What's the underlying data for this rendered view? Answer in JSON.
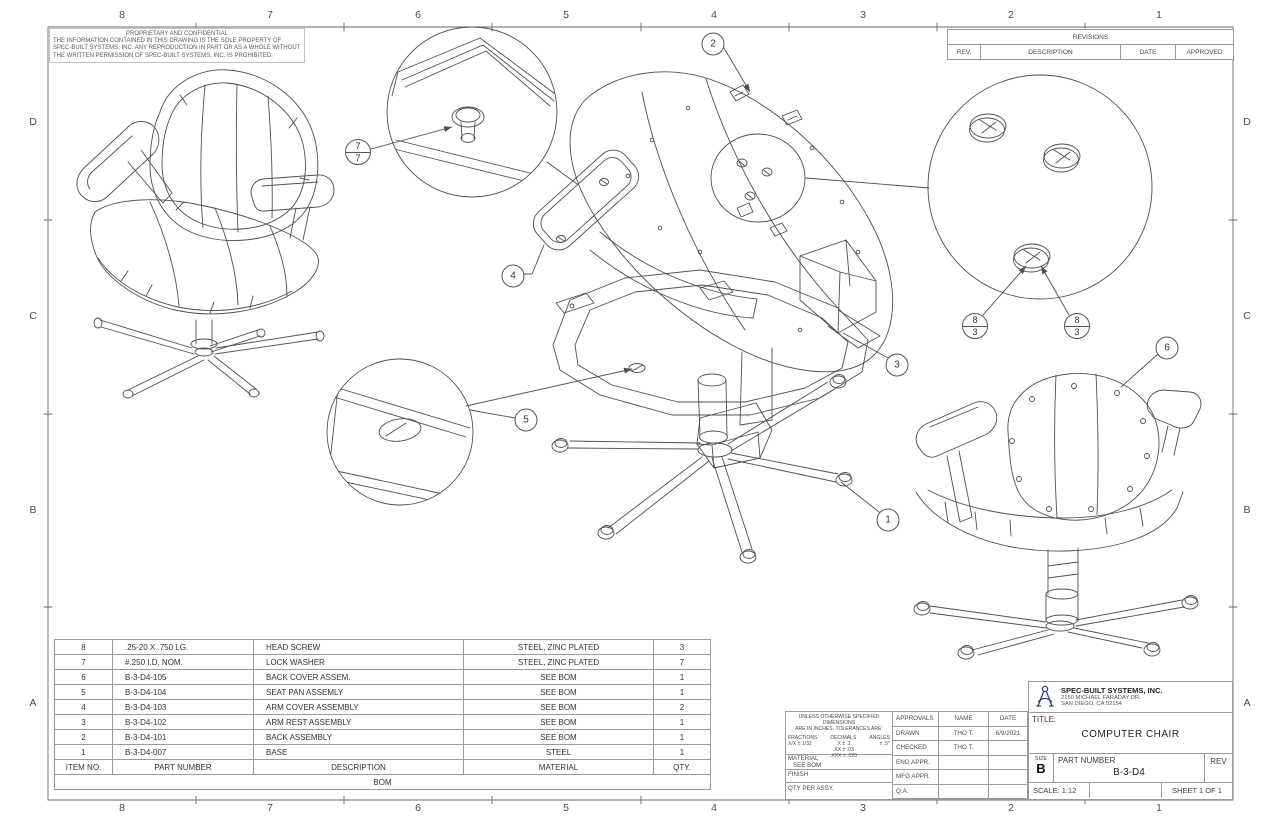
{
  "meta": {
    "line_color": "#4f4f4f",
    "logo_color": "#2b3f90"
  },
  "zones": {
    "cols": [
      "8",
      "7",
      "6",
      "5",
      "4",
      "3",
      "2",
      "1"
    ],
    "rows": [
      "D",
      "C",
      "B",
      "A"
    ]
  },
  "proprietary": {
    "title": "PROPRIETARY AND CONFIDENTIAL",
    "body": "THE INFORMATION CONTAINED IN THIS DRAWING IS THE SOLE PROPERTY OF SPEC-BUILT SYSTEMS, INC.  ANY REPRODUCTION IN PART OR AS A WHOLE WITHOUT THE WRITTEN PERMISSION OF SPEC-BUILT SYSTEMS, INC. IS PROHIBITED."
  },
  "revisions": {
    "title": "REVISIONS",
    "columns": [
      "REV.",
      "DESCRIPTION",
      "DATE",
      "APPROVED"
    ]
  },
  "bom": {
    "footer": "BOM",
    "headers": [
      "ITEM NO.",
      "PART NUMBER",
      "DESCRIPTION",
      "MATERIAL",
      "QTY."
    ],
    "rows": [
      {
        "item": "8",
        "part": ".25-20 X .750 LG.",
        "desc": "HEAD SCREW",
        "mat": "STEEL, ZINC PLATED",
        "qty": "3"
      },
      {
        "item": "7",
        "part": "#.250 I.D. NOM.",
        "desc": "LOCK WASHER",
        "mat": "STEEL, ZINC PLATED",
        "qty": "7"
      },
      {
        "item": "6",
        "part": "B-3-D4-105",
        "desc": "BACK COVER ASSEM.",
        "mat": "SEE BOM",
        "qty": "1"
      },
      {
        "item": "5",
        "part": "B-3-D4-104",
        "desc": "SEAT PAN ASSEMLY",
        "mat": "SEE BOM",
        "qty": "1"
      },
      {
        "item": "4",
        "part": "B-3-D4-103",
        "desc": "ARM COVER ASSEMBLY",
        "mat": "SEE BOM",
        "qty": "2"
      },
      {
        "item": "3",
        "part": "B-3-D4-102",
        "desc": "ARM REST ASSEMBLY",
        "mat": "SEE BOM",
        "qty": "1"
      },
      {
        "item": "2",
        "part": "B-3-D4-101",
        "desc": "BACK ASSEMBLY",
        "mat": "SEE BOM",
        "qty": "1"
      },
      {
        "item": "1",
        "part": "B-3-D4-007",
        "desc": "BASE",
        "mat": "STEEL",
        "qty": "1"
      }
    ]
  },
  "tolerances": {
    "line1": "UNLESS OTHERWISE SPECIFIED DIMENSIONS",
    "line2": "ARE IN INCHES.  TOLERANCES ARE:",
    "fractions_label": "FRACTIONS",
    "fractions_value": "X/X ± 1/32",
    "decimals_label": "DECIMALS",
    "decimals_v1": ".X ± .1",
    "decimals_v2": ".XX ± .03",
    "decimals_v3": ".XXX ± .020",
    "angles_label": "ANGLES",
    "angles_value": "± .5°",
    "material_label": "MATERIAL",
    "material_value": "SEE BOM",
    "finish_label": "FINISH",
    "qty_per_assy_label": "QTY PER ASSY."
  },
  "approvals": {
    "headers": [
      "APPROVALS",
      "NAME",
      "DATE"
    ],
    "rows": [
      {
        "label": "DRAWN",
        "name": "THO T.",
        "date": "6/9/2021"
      },
      {
        "label": "CHECKED",
        "name": "THO T.",
        "date": ""
      },
      {
        "label": "ENG APPR.",
        "name": "",
        "date": ""
      },
      {
        "label": "MFG APPR.",
        "name": "",
        "date": ""
      },
      {
        "label": "Q.A.",
        "name": "",
        "date": ""
      }
    ]
  },
  "title_block": {
    "company": "SPEC-BUILT SYSTEMS, INC.",
    "address1": "2150 MICHAEL FARADAY DR.",
    "address2": "SAN DIEGO, CA 92154",
    "title_label": "TITLE:",
    "title": "COMPUTER CHAIR",
    "size_label": "SIZE",
    "size": "B",
    "part_number_label": "PART NUMBER",
    "part_number": "B-3-D4",
    "rev_label": "REV",
    "scale": "SCALE: 1:12",
    "sheet": "SHEET 1 OF 1"
  },
  "balloons": {
    "b1": "1",
    "b2": "2",
    "b3": "3",
    "b4": "4",
    "b5": "5",
    "b6": "6",
    "b7_top": "7",
    "b7_bottom": "7",
    "b8a_top": "8",
    "b8a_bottom": "3",
    "b8b_top": "8",
    "b8b_bottom": "3"
  }
}
